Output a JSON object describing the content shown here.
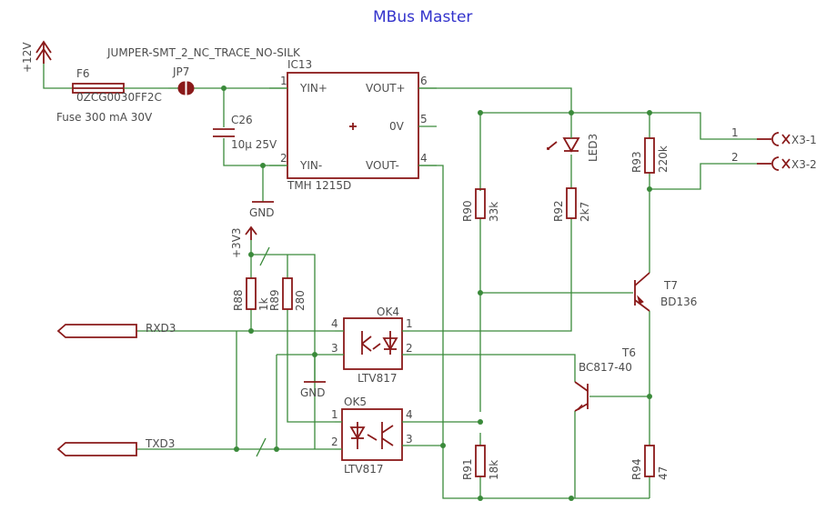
{
  "title": "MBus Master",
  "supply": {
    "v12": "+12V",
    "v33": "+3V3",
    "gnd": "GND"
  },
  "components": {
    "F6": {
      "name": "F6",
      "value": "0ZCG0030FF2C",
      "note": "Fuse 300 mA 30V"
    },
    "JP7": {
      "name": "JP7",
      "value": "JUMPER-SMT_2_NC_TRACE_NO-SILK"
    },
    "C26": {
      "name": "C26",
      "value": "10µ 25V"
    },
    "IC13": {
      "name": "IC13",
      "value": "TMH 1215D",
      "pins": [
        "YIN+",
        "YIN-",
        "VOUT+",
        "0V",
        "VOUT-"
      ],
      "pin_numbers": [
        "1",
        "2",
        "6",
        "5",
        "4"
      ]
    },
    "LED3": {
      "name": "LED3"
    },
    "R88": {
      "name": "R88",
      "value": "1k"
    },
    "R89": {
      "name": "R89",
      "value": "280"
    },
    "R90": {
      "name": "R90",
      "value": "33k"
    },
    "R91": {
      "name": "R91",
      "value": "18k"
    },
    "R92": {
      "name": "R92",
      "value": "2k7"
    },
    "R93": {
      "name": "R93",
      "value": "220k"
    },
    "R94": {
      "name": "R94",
      "value": "47"
    },
    "OK4": {
      "name": "OK4",
      "value": "LTV817",
      "pins": [
        "4",
        "3",
        "1",
        "2"
      ]
    },
    "OK5": {
      "name": "OK5",
      "value": "LTV817",
      "pins": [
        "1",
        "2",
        "4",
        "3"
      ]
    },
    "T6": {
      "name": "T6",
      "value": "BC817-40"
    },
    "T7": {
      "name": "T7",
      "value": "BD136"
    }
  },
  "nets": {
    "rxd": "RXD3",
    "txd": "TXD3"
  },
  "connectors": [
    {
      "name": "X3-1",
      "pin": "1"
    },
    {
      "name": "X3-2",
      "pin": "2"
    }
  ]
}
